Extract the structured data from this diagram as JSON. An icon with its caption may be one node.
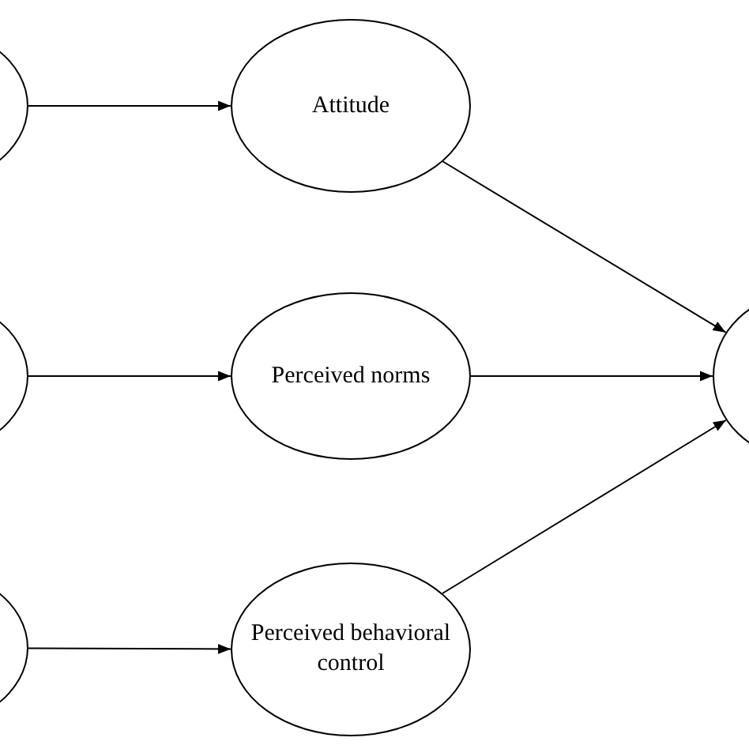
{
  "diagram": {
    "nodes": [
      {
        "text": [],
        "shape": "ellipse"
      },
      {
        "text": [
          "Attitude"
        ]
      },
      {
        "text": [],
        "shape": "ellipse"
      },
      {
        "text": [
          "Perceived norms"
        ]
      },
      {
        "text": [],
        "shape": "ellipse"
      },
      {
        "text": [
          "Perceived behavioral control"
        ]
      },
      {
        "text": [],
        "shape": "ellipse"
      }
    ],
    "edges": [
      {
        "from": 0,
        "to": 1,
        "arrow": "to"
      },
      {
        "from": 2,
        "to": 3,
        "arrow": "to"
      },
      {
        "from": 4,
        "to": 5,
        "arrow": "to"
      },
      {
        "from": 1,
        "to": 6,
        "arrow": "to"
      },
      {
        "from": 3,
        "to": 6,
        "arrow": "to"
      },
      {
        "from": 5,
        "to": 6,
        "arrow": "to"
      }
    ]
  }
}
